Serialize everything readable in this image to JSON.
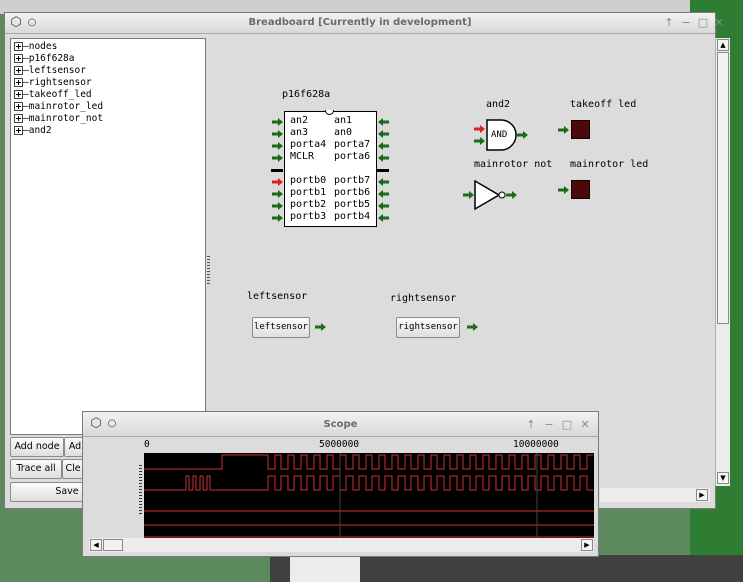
{
  "breadboard": {
    "title": "Breadboard [Currently in development]",
    "tree": [
      "nodes",
      "p16f628a",
      "leftsensor",
      "rightsensor",
      "takeoff_led",
      "mainrotor_led",
      "mainrotor_not",
      "and2"
    ],
    "buttons": {
      "add_node": "Add node",
      "add_other": "Ad",
      "trace_all": "Trace all",
      "clear": "Cle",
      "save": "Save"
    },
    "chip": {
      "title": "p16f628a",
      "left_pins": [
        "an2",
        "an3",
        "porta4",
        "MCLR",
        "portb0",
        "portb1",
        "portb2",
        "portb3"
      ],
      "right_pins": [
        "an1",
        "an0",
        "porta7",
        "porta6",
        "portb7",
        "portb6",
        "portb5",
        "portb4"
      ]
    },
    "and_gate": {
      "title": "and2",
      "symbol": "AND"
    },
    "not_gate": {
      "title": "mainrotor not"
    },
    "takeoff_led": {
      "title": "takeoff led",
      "color": "#4a0a0a"
    },
    "mainrotor_led": {
      "title": "mainrotor led",
      "color": "#4a0a0a"
    },
    "leftsensor": {
      "title": "leftsensor",
      "button": "leftsensor"
    },
    "rightsensor": {
      "title": "rightsensor",
      "button": "rightsensor"
    }
  },
  "scope": {
    "title": "Scope",
    "ticks": [
      "0",
      "5000000",
      "10000000"
    ],
    "trace_color": "#d03030",
    "background": "#000000"
  },
  "colors": {
    "input_arrow": "#1b6b1b",
    "active_arrow": "#e02020"
  }
}
